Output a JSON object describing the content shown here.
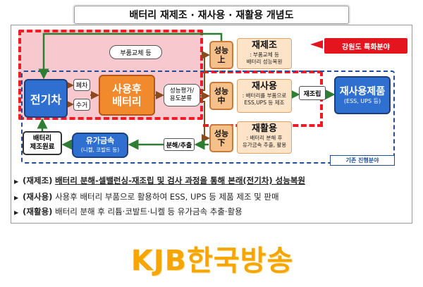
{
  "title": "배터리 재제조 · 재사용 · 재활용 개념도",
  "diagram": {
    "ev": "전기차",
    "collect": "폐차",
    "recover": "수거",
    "used_battery": "사용후\n배터리",
    "evaluation": "성능평가/\n용도분류",
    "part_replace": "부품교체 등",
    "grades": [
      "성능\n上",
      "성능\n中",
      "성능\n下"
    ],
    "remanufacture": {
      "title": "재제조",
      "sub": ": 부품교체 등\n배터리 성능복원"
    },
    "reuse": {
      "title": "재사용",
      "sub": ": 배터리를 부품으로\nESS,UPS 등 제조"
    },
    "recycle": {
      "title": "재활용",
      "sub": ": 배터리 분해 후\n유가금속 추출, 활용"
    },
    "reassembly": "재조립",
    "reuse_product": {
      "title": "재사용제품",
      "sub": "(ESS, UPS 등)"
    },
    "disassembly": "분해/추출",
    "metal": {
      "title": "유가금속",
      "sub": "(니켈, 코발트 등)"
    },
    "raw": "배터리\n제조원료",
    "tag_red": "강원도 특화분야",
    "tag_blue": "기존 진행분야"
  },
  "bullets": [
    {
      "term": "(재제조)",
      "text": "배터리 분해-셀밸런싱-재조립 및 검사 과정을 통해 본래(전기차) 성능복원"
    },
    {
      "term": "(재사용)",
      "text": "사용후 배터리 부품으로 활용하여 ESS, UPS 등 제품 제조 및 판매"
    },
    {
      "term": "(재활용)",
      "text": "배터리 분해 후 리튬·코발트·니켈 등 유가금속 추출·활용"
    }
  ],
  "watermark": "KJB한국방송",
  "colors": {
    "red": "#e4151f",
    "blue": "#2e6fcf",
    "orange": "#f08a2c",
    "green": "#2f7d32"
  }
}
